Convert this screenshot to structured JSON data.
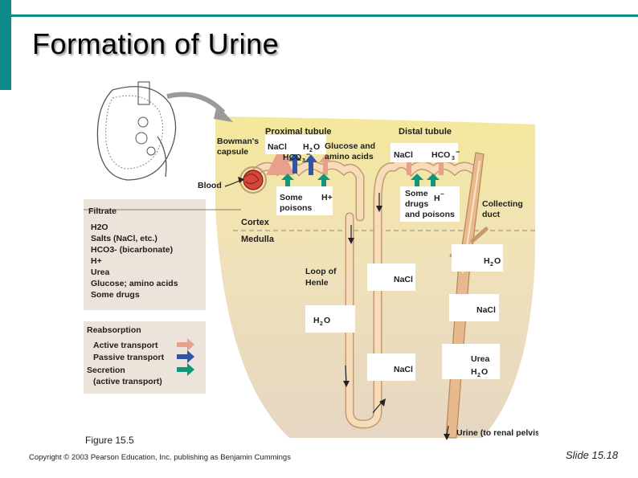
{
  "title": "Formation of Urine",
  "figure_label": "Figure 15.5",
  "copyright": "Copyright © 2003 Pearson Education, Inc. publishing as Benjamin Cummings",
  "slide_number": "Slide 15.18",
  "diagram": {
    "regions": {
      "cortex": "Cortex",
      "medulla": "Medulla"
    },
    "structures": {
      "bowmans_line1": "Bowman's",
      "bowmans_line2": "capsule",
      "blood": "Blood",
      "proximal_tubule": "Proximal tubule",
      "distal_tubule": "Distal tubule",
      "collecting_duct_line1": "Collecting",
      "collecting_duct_line2": "duct",
      "loop_line1": "Loop of",
      "loop_line2": "Henle",
      "urine": "Urine (to renal pelvis)"
    },
    "substances": {
      "nacl": "NaCl",
      "hco3": "HCO",
      "h2o_h": "H",
      "h2o_o": "O",
      "glucose_line1": "Glucose and",
      "glucose_line2": "amino acids",
      "some_poisons_line1": "Some",
      "some_poisons_line2": "poisons",
      "h_plus": "H+",
      "some_drugs_line1": "Some",
      "some_drugs_line2": "drugs",
      "some_drugs_line3": "and poisons",
      "h_minus": "H",
      "urea": "Urea"
    },
    "filtrate": {
      "heading": "Filtrate",
      "items": [
        "H2O",
        "Salts (NaCl, etc.)",
        "HCO3- (bicarbonate)",
        "H+",
        "Urea",
        "Glucose; amino acids",
        "Some drugs"
      ]
    },
    "legend": {
      "reabsorption": "Reabsorption",
      "active": "Active transport",
      "passive": "Passive transport",
      "secretion_line1": "Secretion",
      "secretion_line2": "(active transport)"
    },
    "colors": {
      "active": "#e6a08c",
      "passive": "#2f55a6",
      "secretion": "#12957a",
      "tubule": "#f2d2a8",
      "background_top": "#f4e89c",
      "background_bottom": "#e9d9c6",
      "accent": "#0f8a8a"
    }
  }
}
